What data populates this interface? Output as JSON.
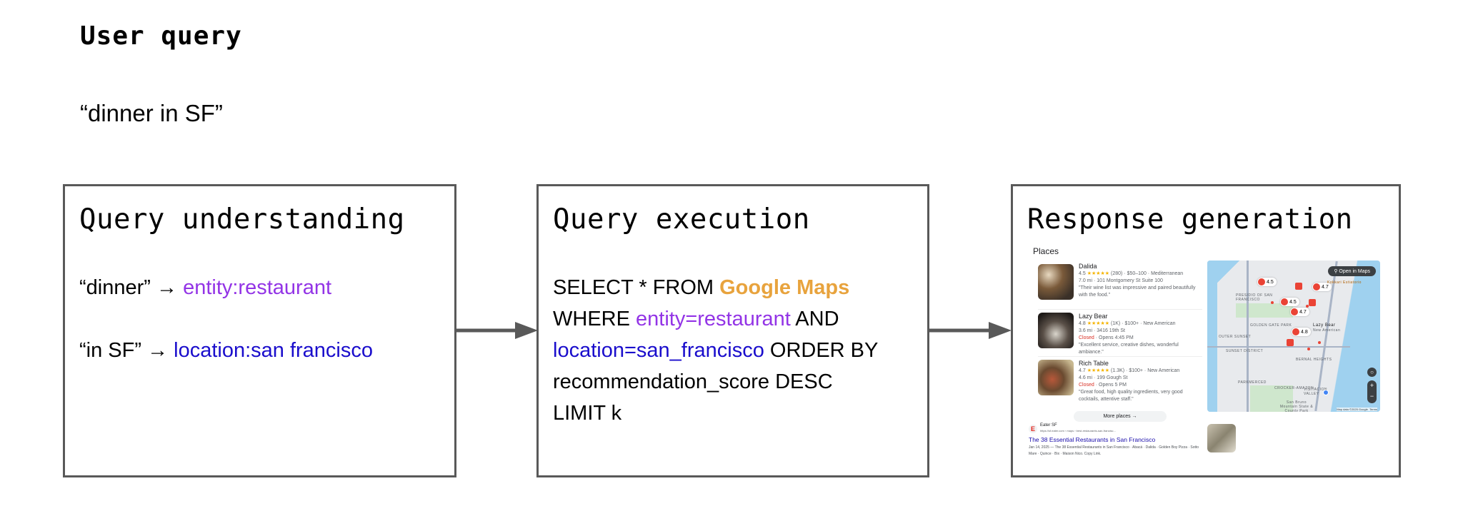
{
  "user_query": {
    "heading": "User query",
    "text": "“dinner in SF”"
  },
  "stages": [
    {
      "title": "Query understanding",
      "lines": [
        {
          "source": "“dinner”",
          "arrow": "→",
          "target": "entity:restaurant",
          "target_color": "#9334e6"
        },
        {
          "source": "“in SF”",
          "arrow": "→",
          "target": "location:san francisco",
          "target_color": "#1a0dcc"
        }
      ]
    },
    {
      "title": "Query execution",
      "sql": {
        "select": "SELECT * FROM ",
        "source": "Google Maps",
        "where": "WHERE ",
        "entity": "entity=restaurant",
        "and": " AND",
        "location": "location=san_francisco",
        "order": " ORDER BY",
        "score": "recommendation_score DESC",
        "limit": "LIMIT k"
      },
      "colors": {
        "source": "#e8a33d",
        "entity": "#9334e6",
        "location": "#1a0dcc"
      }
    },
    {
      "title": "Response generation",
      "places": {
        "header": "Places",
        "more_label": "More places",
        "items": [
          {
            "name": "Dalida",
            "rating": "4.5",
            "stars": "★★★★★",
            "meta": "(280) · $50–100 · Mediterranean",
            "address": "7.0 mi · 101 Montgomery St Suite 100",
            "status": "",
            "hours": "",
            "review": "\"Their wine list was impressive and paired beautifully with the food.\""
          },
          {
            "name": "Lazy Bear",
            "rating": "4.8",
            "stars": "★★★★★",
            "meta": "(1K) · $100+ · New American",
            "address": "3.6 mi · 3416 19th St",
            "status": "Closed",
            "hours": " · Opens 4:45 PM",
            "review": "\"Excellent service, creative dishes, wonderful ambiance.\""
          },
          {
            "name": "Rich Table",
            "rating": "4.7",
            "stars": "★★★★★",
            "meta": "(1.3K) · $100+ · New American",
            "address": "4.6 mi · 199 Gough St",
            "status": "Closed",
            "hours": " · Opens 5 PM",
            "review": "\"Great food, high quality ingredients, very good cocktails, attentive staff.\""
          }
        ]
      },
      "map": {
        "open_label": "Open in Maps",
        "pins": [
          "4.5",
          "4.5",
          "4.7",
          "4.7",
          "4.8"
        ],
        "labels": [
          "Kokkari Estiatorio",
          "Lazy Bear",
          "New American",
          "PRESIDIO OF SAN FRANCISCO",
          "GOLDEN GATE PARK",
          "OUTER SUNSET",
          "SUNSET DISTRICT",
          "BERNAL HEIGHTS",
          "PARKMERCED",
          "CROCKER-AMAZON",
          "VISITACION VALLEY",
          "San Bruno Mountain State & County Park"
        ],
        "attribution": "Map data ©2025 Google",
        "terms": "Terms"
      },
      "web_result": {
        "site": "Eater SF",
        "url": "https://sf.eater.com › maps › best-restaurants-san-francisc...",
        "title": "The 38 Essential Restaurants in San Francisco",
        "snippet": "Jan 14, 2025 — The 38 Essential Restaurants in San Francisco · Abacá · Dalida · Golden Boy Pizza · Sotto Mare · Quince · Bix · Maison Nico. Copy Link.",
        "favicon_letter": "E"
      }
    }
  ],
  "colors": {
    "border": "#595959",
    "arrow": "#595959",
    "link": "#1a0dab",
    "marker": "#ea4335"
  }
}
